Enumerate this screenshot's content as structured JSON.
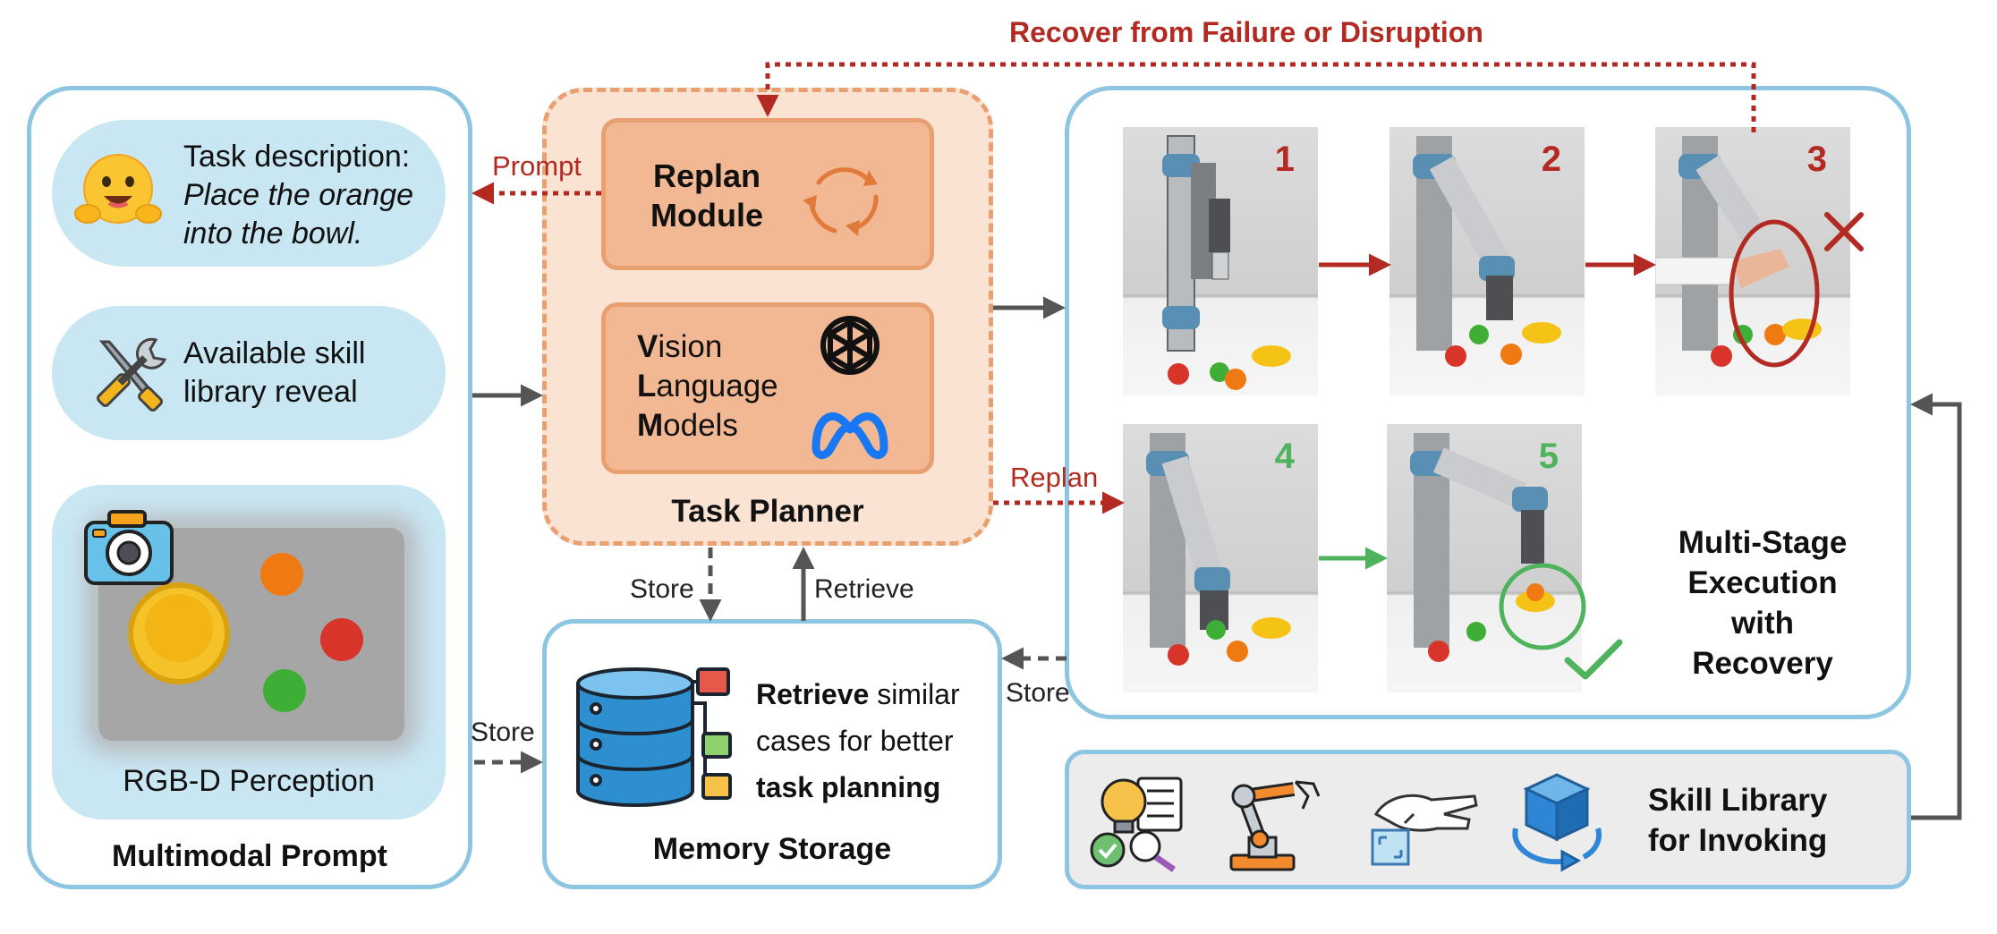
{
  "colors": {
    "panel_blue": "#8ec5e1",
    "pill_blue": "#c9e6f3",
    "planner_fill": "#fbe3d3",
    "planner_border": "#e9a071",
    "module_fill": "#f2b894",
    "recover_red": "#b22a22",
    "arrow_gray": "#555555",
    "success_green": "#4eb35c",
    "skill_bg": "#ececec"
  },
  "recover_label": "Recover from Failure or Disruption",
  "multimodal": {
    "title": "Multimodal Prompt",
    "task": {
      "icon": "hugging-face-icon",
      "label": "Task description:",
      "line1": "Place the orange",
      "line2": "into the bowl."
    },
    "skill": {
      "icon": "tools-icon",
      "line1": "Available skill",
      "line2": "library reveal"
    },
    "perception": {
      "icon": "camera-icon",
      "label": "RGB-D Perception"
    }
  },
  "planner": {
    "title": "Task Planner",
    "replan": {
      "line1": "Replan",
      "line2": "Module",
      "icon": "cycle-arrows-icon"
    },
    "vlm": {
      "line1_first": "V",
      "line1_rest": "ision",
      "line2_first": "L",
      "line2_rest": "anguage",
      "line3_first": "M",
      "line3_rest": "odels",
      "icons": [
        "openai-logo-icon",
        "meta-logo-icon"
      ]
    }
  },
  "flow_labels": {
    "prompt": "Prompt",
    "replan": "Replan",
    "store_down": "Store",
    "retrieve": "Retrieve",
    "store_left": "Store",
    "store_mm": "Store"
  },
  "memory": {
    "title": "Memory Storage",
    "icon": "database-icon",
    "line1_bold": "Retrieve",
    "line1_rest": " similar",
    "line2": "cases for better",
    "line3_bold": "task planning"
  },
  "execution": {
    "title_lines": [
      "Multi-Stage",
      "Execution",
      "with",
      "Recovery"
    ],
    "steps": [
      "1",
      "2",
      "3",
      "4",
      "5"
    ],
    "fail_icon": "red-cross-icon",
    "success_icon": "green-check-icon"
  },
  "skills": {
    "title_lines": [
      "Skill Library",
      "for Invoking"
    ],
    "icons": [
      "idea-checklist-icon",
      "robot-arm-icon",
      "grasp-hand-icon",
      "cube-rotate-icon"
    ]
  }
}
